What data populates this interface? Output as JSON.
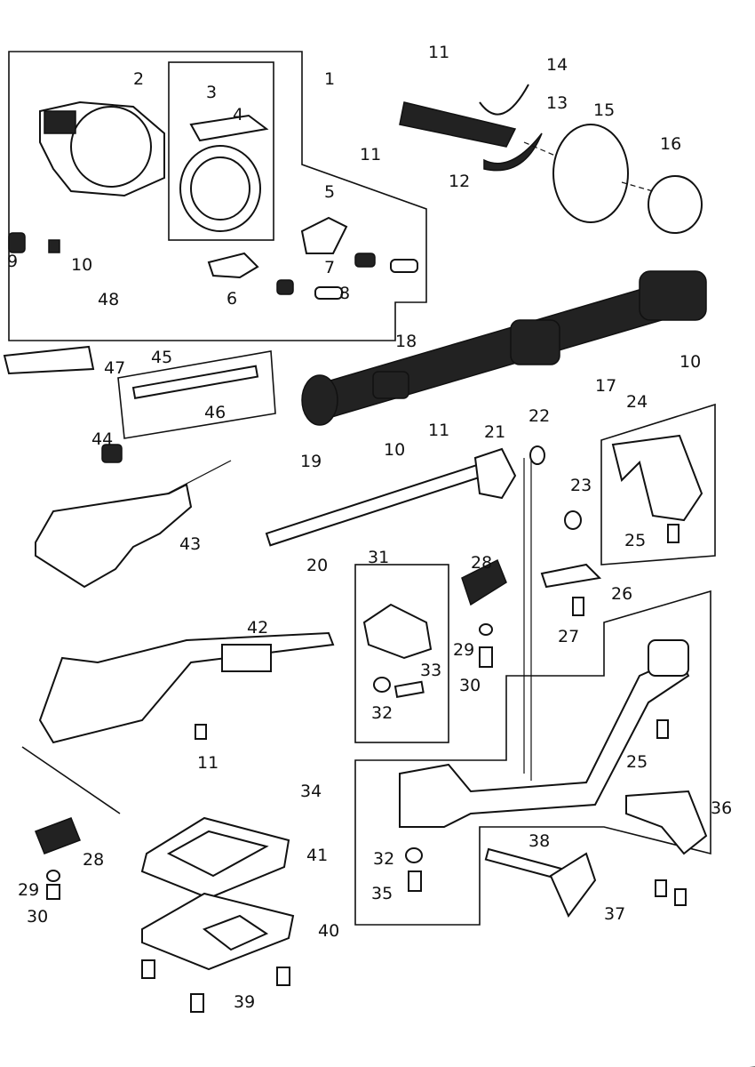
{
  "diagram": {
    "type": "exploded parts diagram",
    "callouts": [
      "1",
      "2",
      "3",
      "4",
      "5",
      "6",
      "7",
      "8",
      "9",
      "10",
      "11",
      "11",
      "12",
      "13",
      "14",
      "15",
      "16",
      "10",
      "17",
      "18",
      "19",
      "10",
      "11",
      "20",
      "21",
      "22",
      "23",
      "24",
      "25",
      "26",
      "27",
      "28",
      "29",
      "30",
      "31",
      "32",
      "33",
      "42",
      "11",
      "43",
      "44",
      "45",
      "46",
      "47",
      "48",
      "34",
      "25",
      "36",
      "32",
      "35",
      "38",
      "37",
      "28",
      "29",
      "30",
      "41",
      "40",
      "39"
    ]
  }
}
